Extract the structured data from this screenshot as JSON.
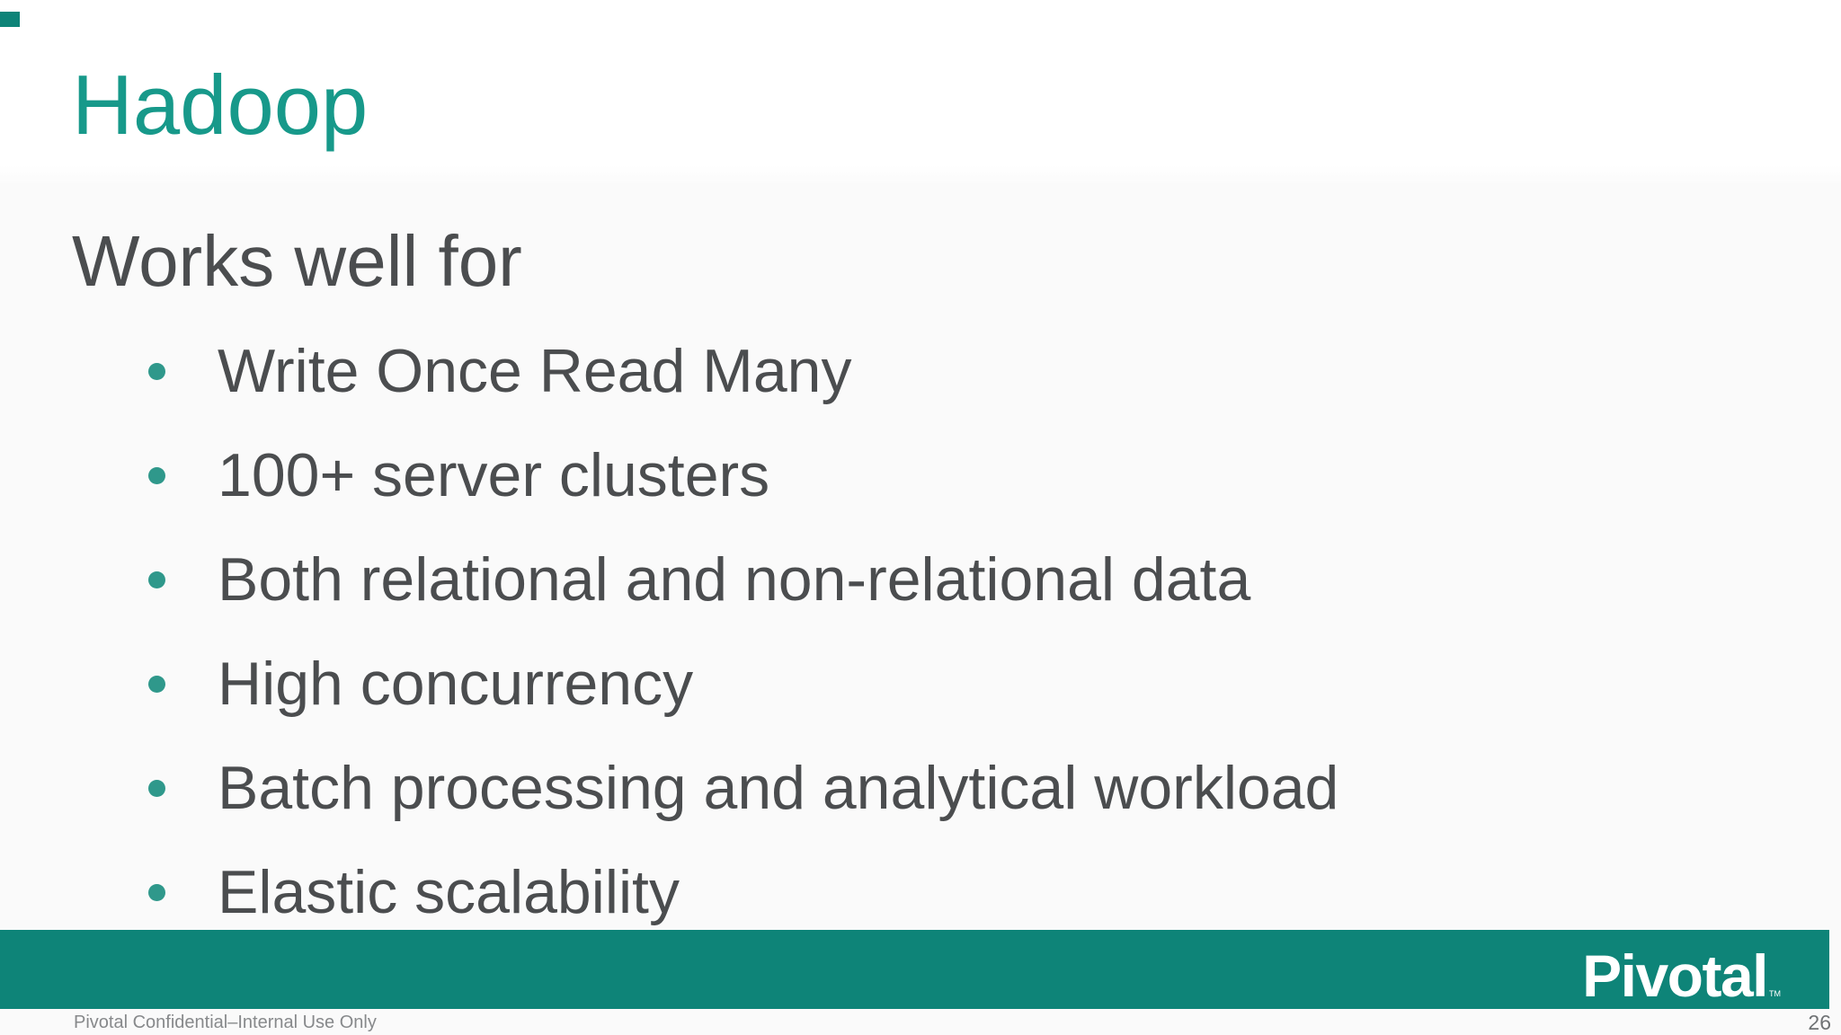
{
  "slide": {
    "title": "Hadoop",
    "subtitle": "Works well for",
    "bullets": [
      "Write Once Read Many",
      "100+ server clusters",
      "Both relational and non-relational data",
      "High concurrency",
      "Batch processing and analytical workload",
      "Elastic scalability"
    ],
    "brand": {
      "logo_text": "Pivotal",
      "trademark": "TM"
    },
    "footer": {
      "confidentiality": "Pivotal Confidential–Internal Use Only",
      "page_number": "26"
    },
    "colors": {
      "title_teal": "#17998a",
      "bar_teal": "#0e8478",
      "bullet_teal": "#2f988b",
      "body_text": "#4b4d4f",
      "footer_text": "#87898b",
      "page_number": "#6f7274"
    }
  }
}
